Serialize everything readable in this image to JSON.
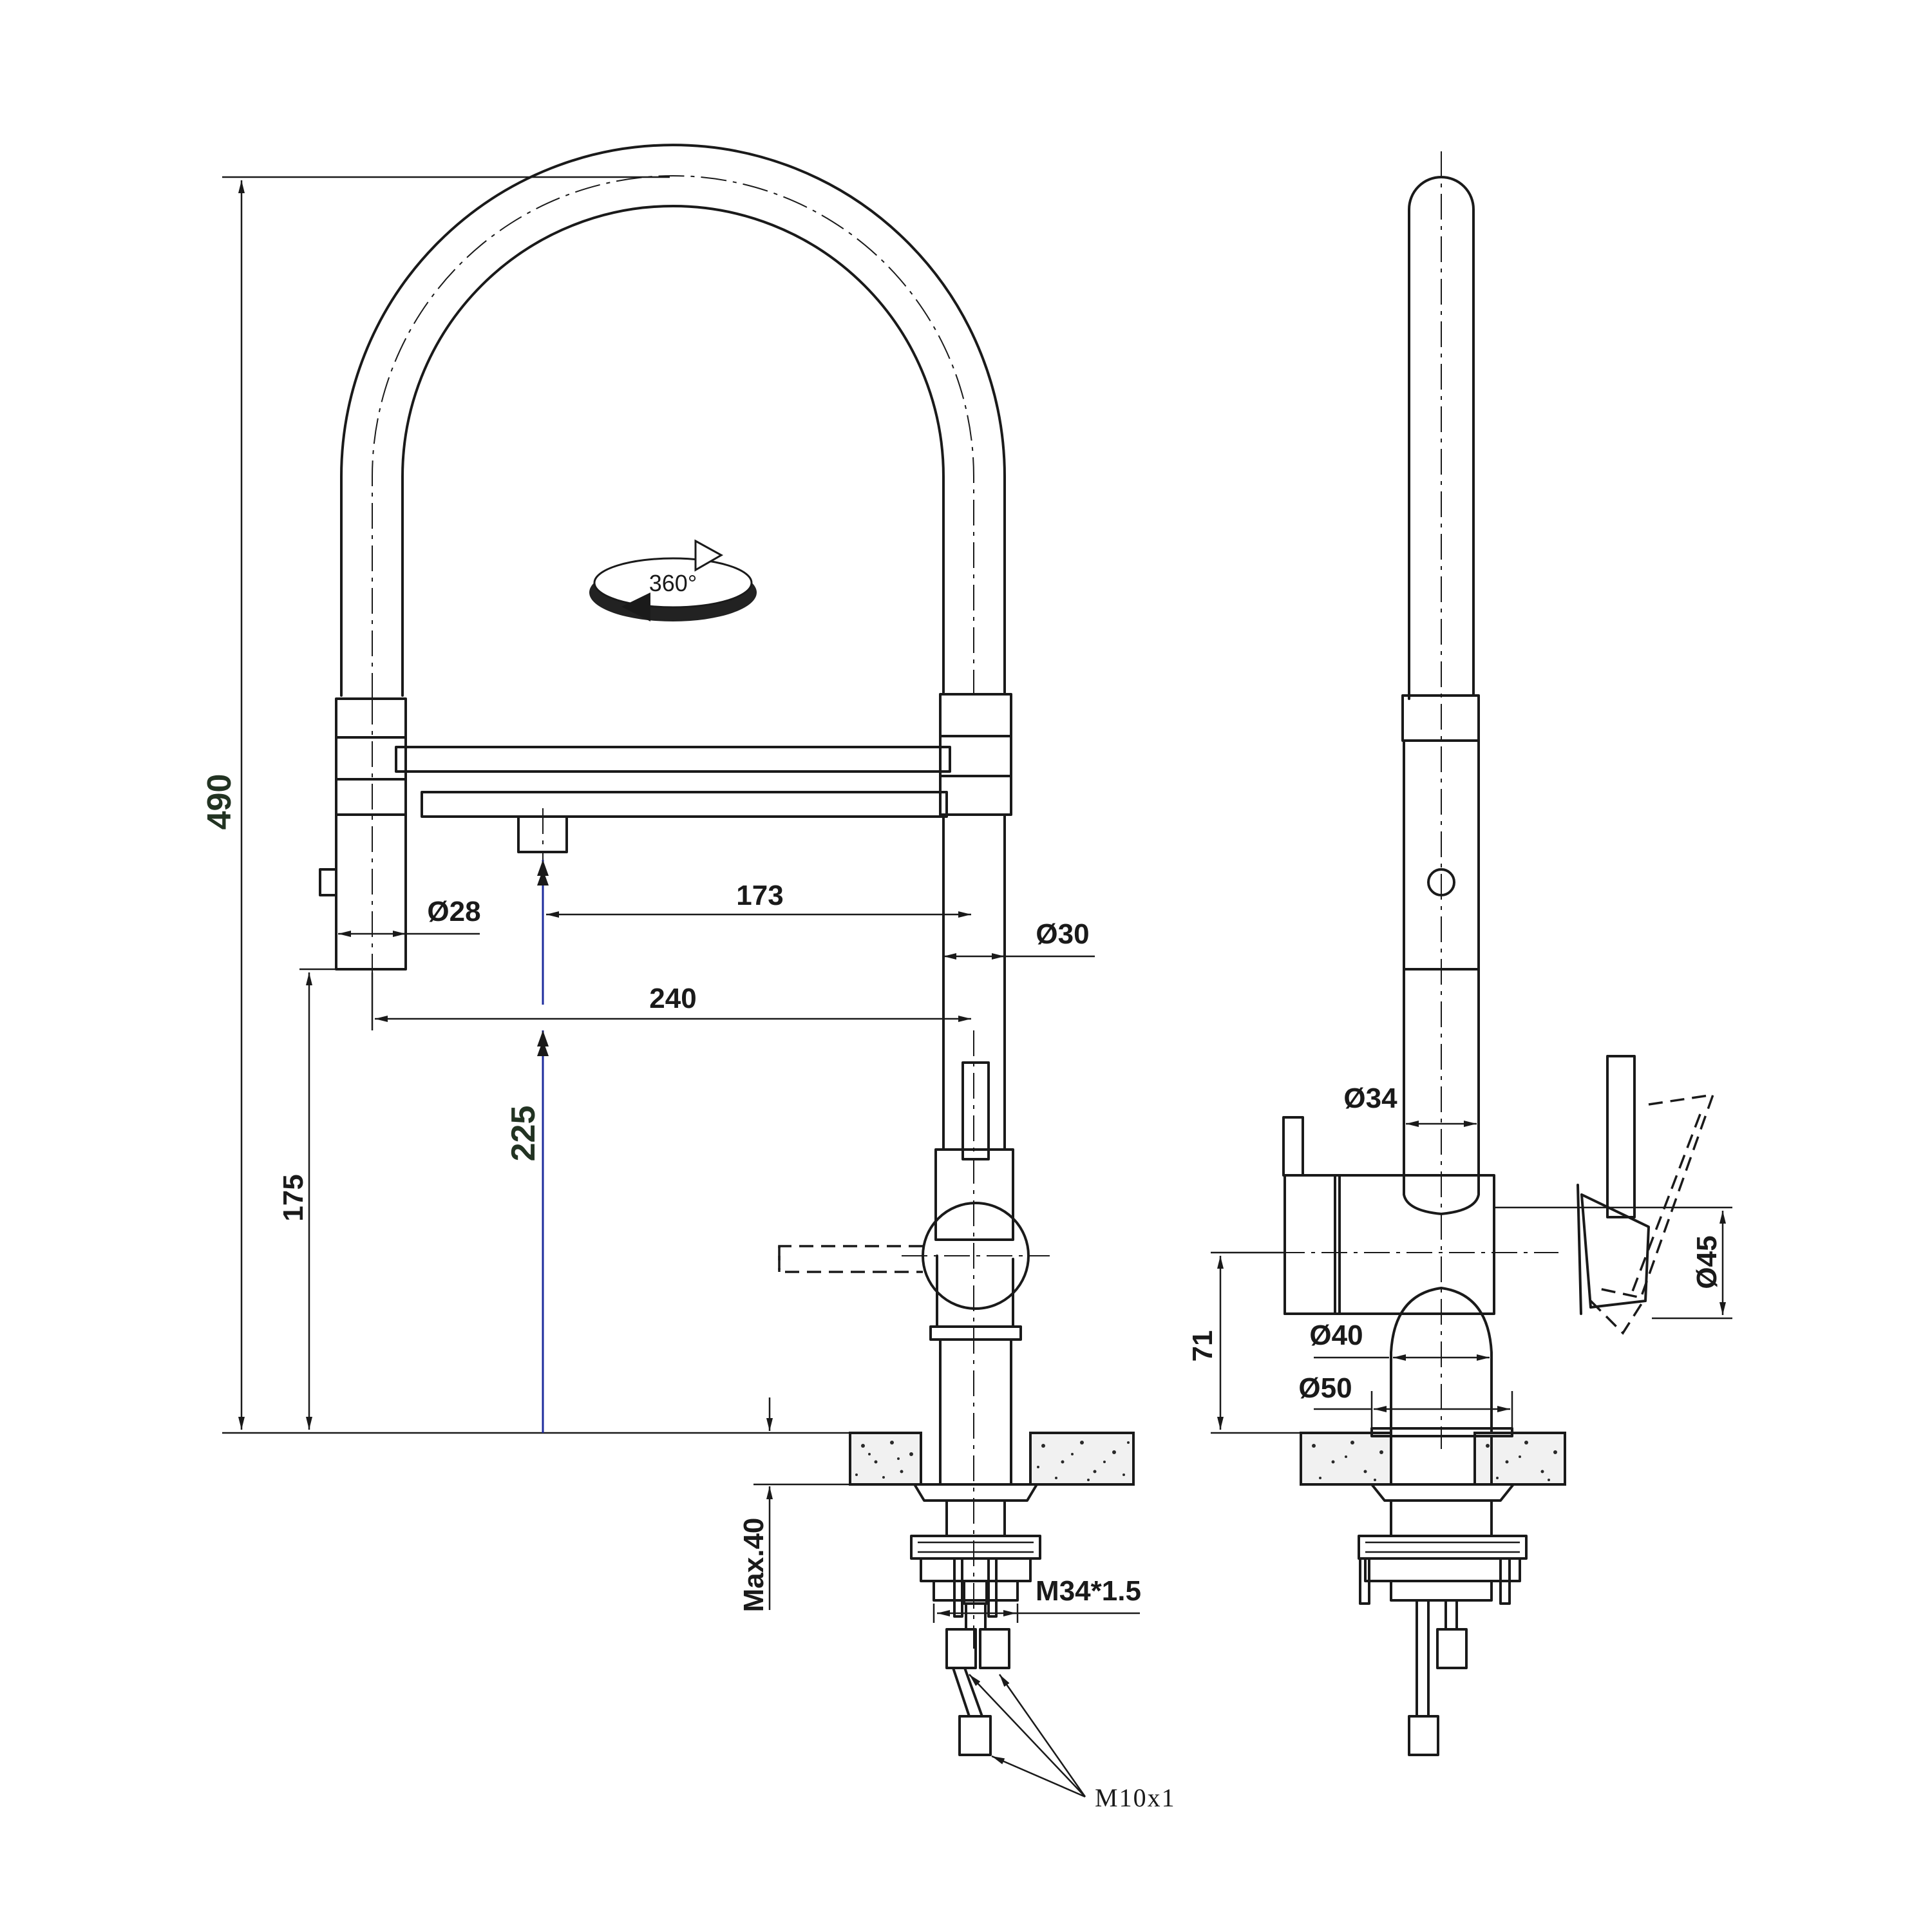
{
  "rotation": {
    "label": "360°"
  },
  "dimensions": {
    "total_height": "490",
    "spray_outlet_height": "175",
    "spout_outlet_height": "225",
    "spout_reach_inner": "173",
    "spout_reach_outer": "240",
    "spray_head_diameter": "Ø28",
    "body_tube_diameter": "Ø30",
    "max_deck_thickness": "Max.40",
    "mounting_thread": "M34*1.5",
    "hose_thread": "M10x1",
    "side_tube_diameter": "Ø34",
    "side_body_diameter": "Ø45",
    "side_base_height": "71",
    "side_neck_diameter": "Ø40",
    "side_base_diameter": "Ø50"
  },
  "icons": {
    "rotation": "rotation-arrow-icon"
  }
}
